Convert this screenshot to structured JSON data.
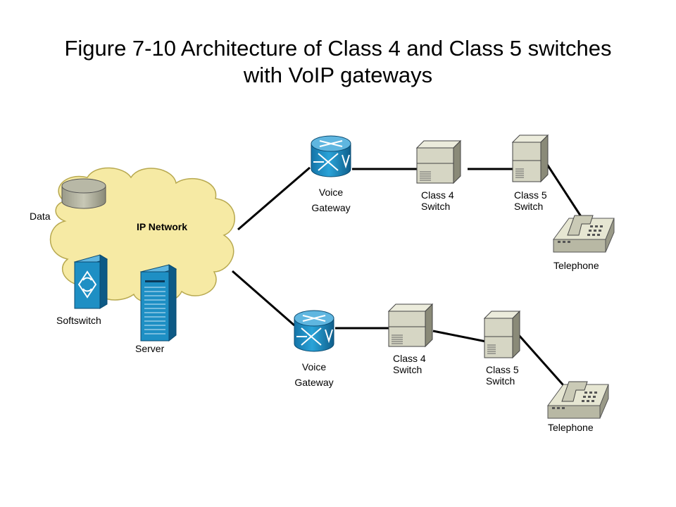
{
  "title": {
    "line1": "Figure 7-10 Architecture of Class 4 and Class 5 switches",
    "line2": "with VoIP gateways"
  },
  "cloud": {
    "label": "IP Network"
  },
  "data_store": {
    "label": "Data"
  },
  "softswitch": {
    "label": "Softswitch"
  },
  "server": {
    "label": "Server"
  },
  "top_path": {
    "gateway": {
      "line1": "Voice",
      "line2": "Gateway"
    },
    "class4": {
      "line1": "Class 4",
      "line2": "Switch"
    },
    "class5": {
      "line1": "Class 5",
      "line2": "Switch"
    },
    "telephone": {
      "label": "Telephone"
    }
  },
  "bottom_path": {
    "gateway": {
      "line1": "Voice",
      "line2": "Gateway"
    },
    "class4": {
      "line1": "Class 4",
      "line2": "Switch"
    },
    "class5": {
      "line1": "Class 5",
      "line2": "Switch"
    },
    "telephone": {
      "label": "Telephone"
    }
  },
  "colors": {
    "cloud": "#f6eaa4",
    "router": "#1e8fc4",
    "switch_box": "#d6d6c4",
    "phone": "#d2d2bc",
    "softswitch": "#1e8fc4"
  },
  "icons": [
    "cloud-icon",
    "database-icon",
    "softswitch-icon",
    "server-icon",
    "router-icon",
    "switch-icon",
    "telephone-icon"
  ]
}
